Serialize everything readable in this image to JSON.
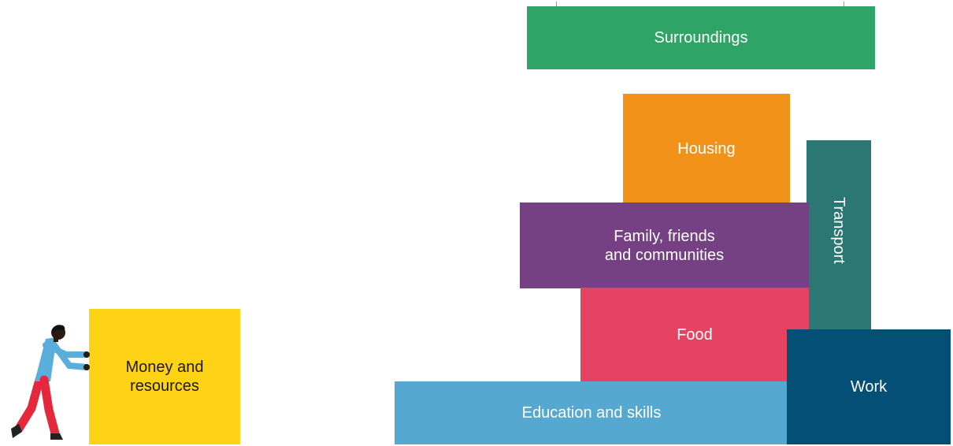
{
  "blocks": {
    "surroundings": {
      "label": "Surroundings",
      "color": "#2ea466"
    },
    "housing": {
      "label": "Housing",
      "color": "#f39219"
    },
    "family": {
      "label": "Family, friends\nand communities",
      "color": "#764184"
    },
    "transport": {
      "label": "Transport",
      "color": "#2a7773"
    },
    "food": {
      "label": "Food",
      "color": "#e64261"
    },
    "education": {
      "label": "Education and skills",
      "color": "#55a9d1"
    },
    "work": {
      "label": "Work",
      "color": "#034f76"
    },
    "money": {
      "label": "Money and\nresources",
      "color": "#fed215"
    }
  },
  "figure": {
    "icon": "person-pushing-icon",
    "colors": {
      "skin": "#2b1a12",
      "shirt": "#5aaedb",
      "trousers": "#e5283c",
      "hair": "#111111",
      "shoes": "#222222"
    }
  }
}
